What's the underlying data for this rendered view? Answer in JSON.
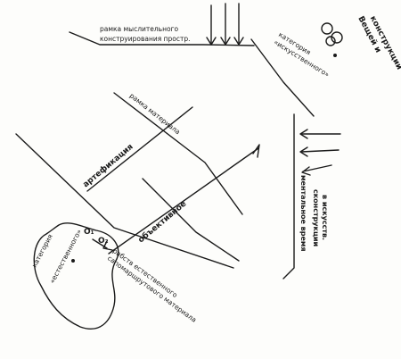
{
  "diagram": {
    "labels": {
      "frame_thinking_line1": "рамка мыслительного",
      "frame_thinking_line2": "конструирования простр.",
      "category_natural_top_line1": "категория",
      "category_natural_top_line2": "«искусственного»",
      "things_constructions_line1": "Вещей и",
      "things_constructions_line2": "конструкций",
      "frame_material": "рамка материала",
      "artefactization": "артефикация",
      "objectification": "объективное",
      "meta_constructing_line1": "ментальное время",
      "meta_constructing_line2": "сконструкции",
      "meta_constructing_line3": "в искусств.",
      "category_natural_bottom_line1": "категория",
      "category_natural_bottom_line2": "«естественного»",
      "frame_natural_line1": "рабств естественного",
      "frame_natural_line2": "сапомаршрутового материала",
      "mark_o1": "О₁",
      "mark_o2": "О₂"
    }
  }
}
